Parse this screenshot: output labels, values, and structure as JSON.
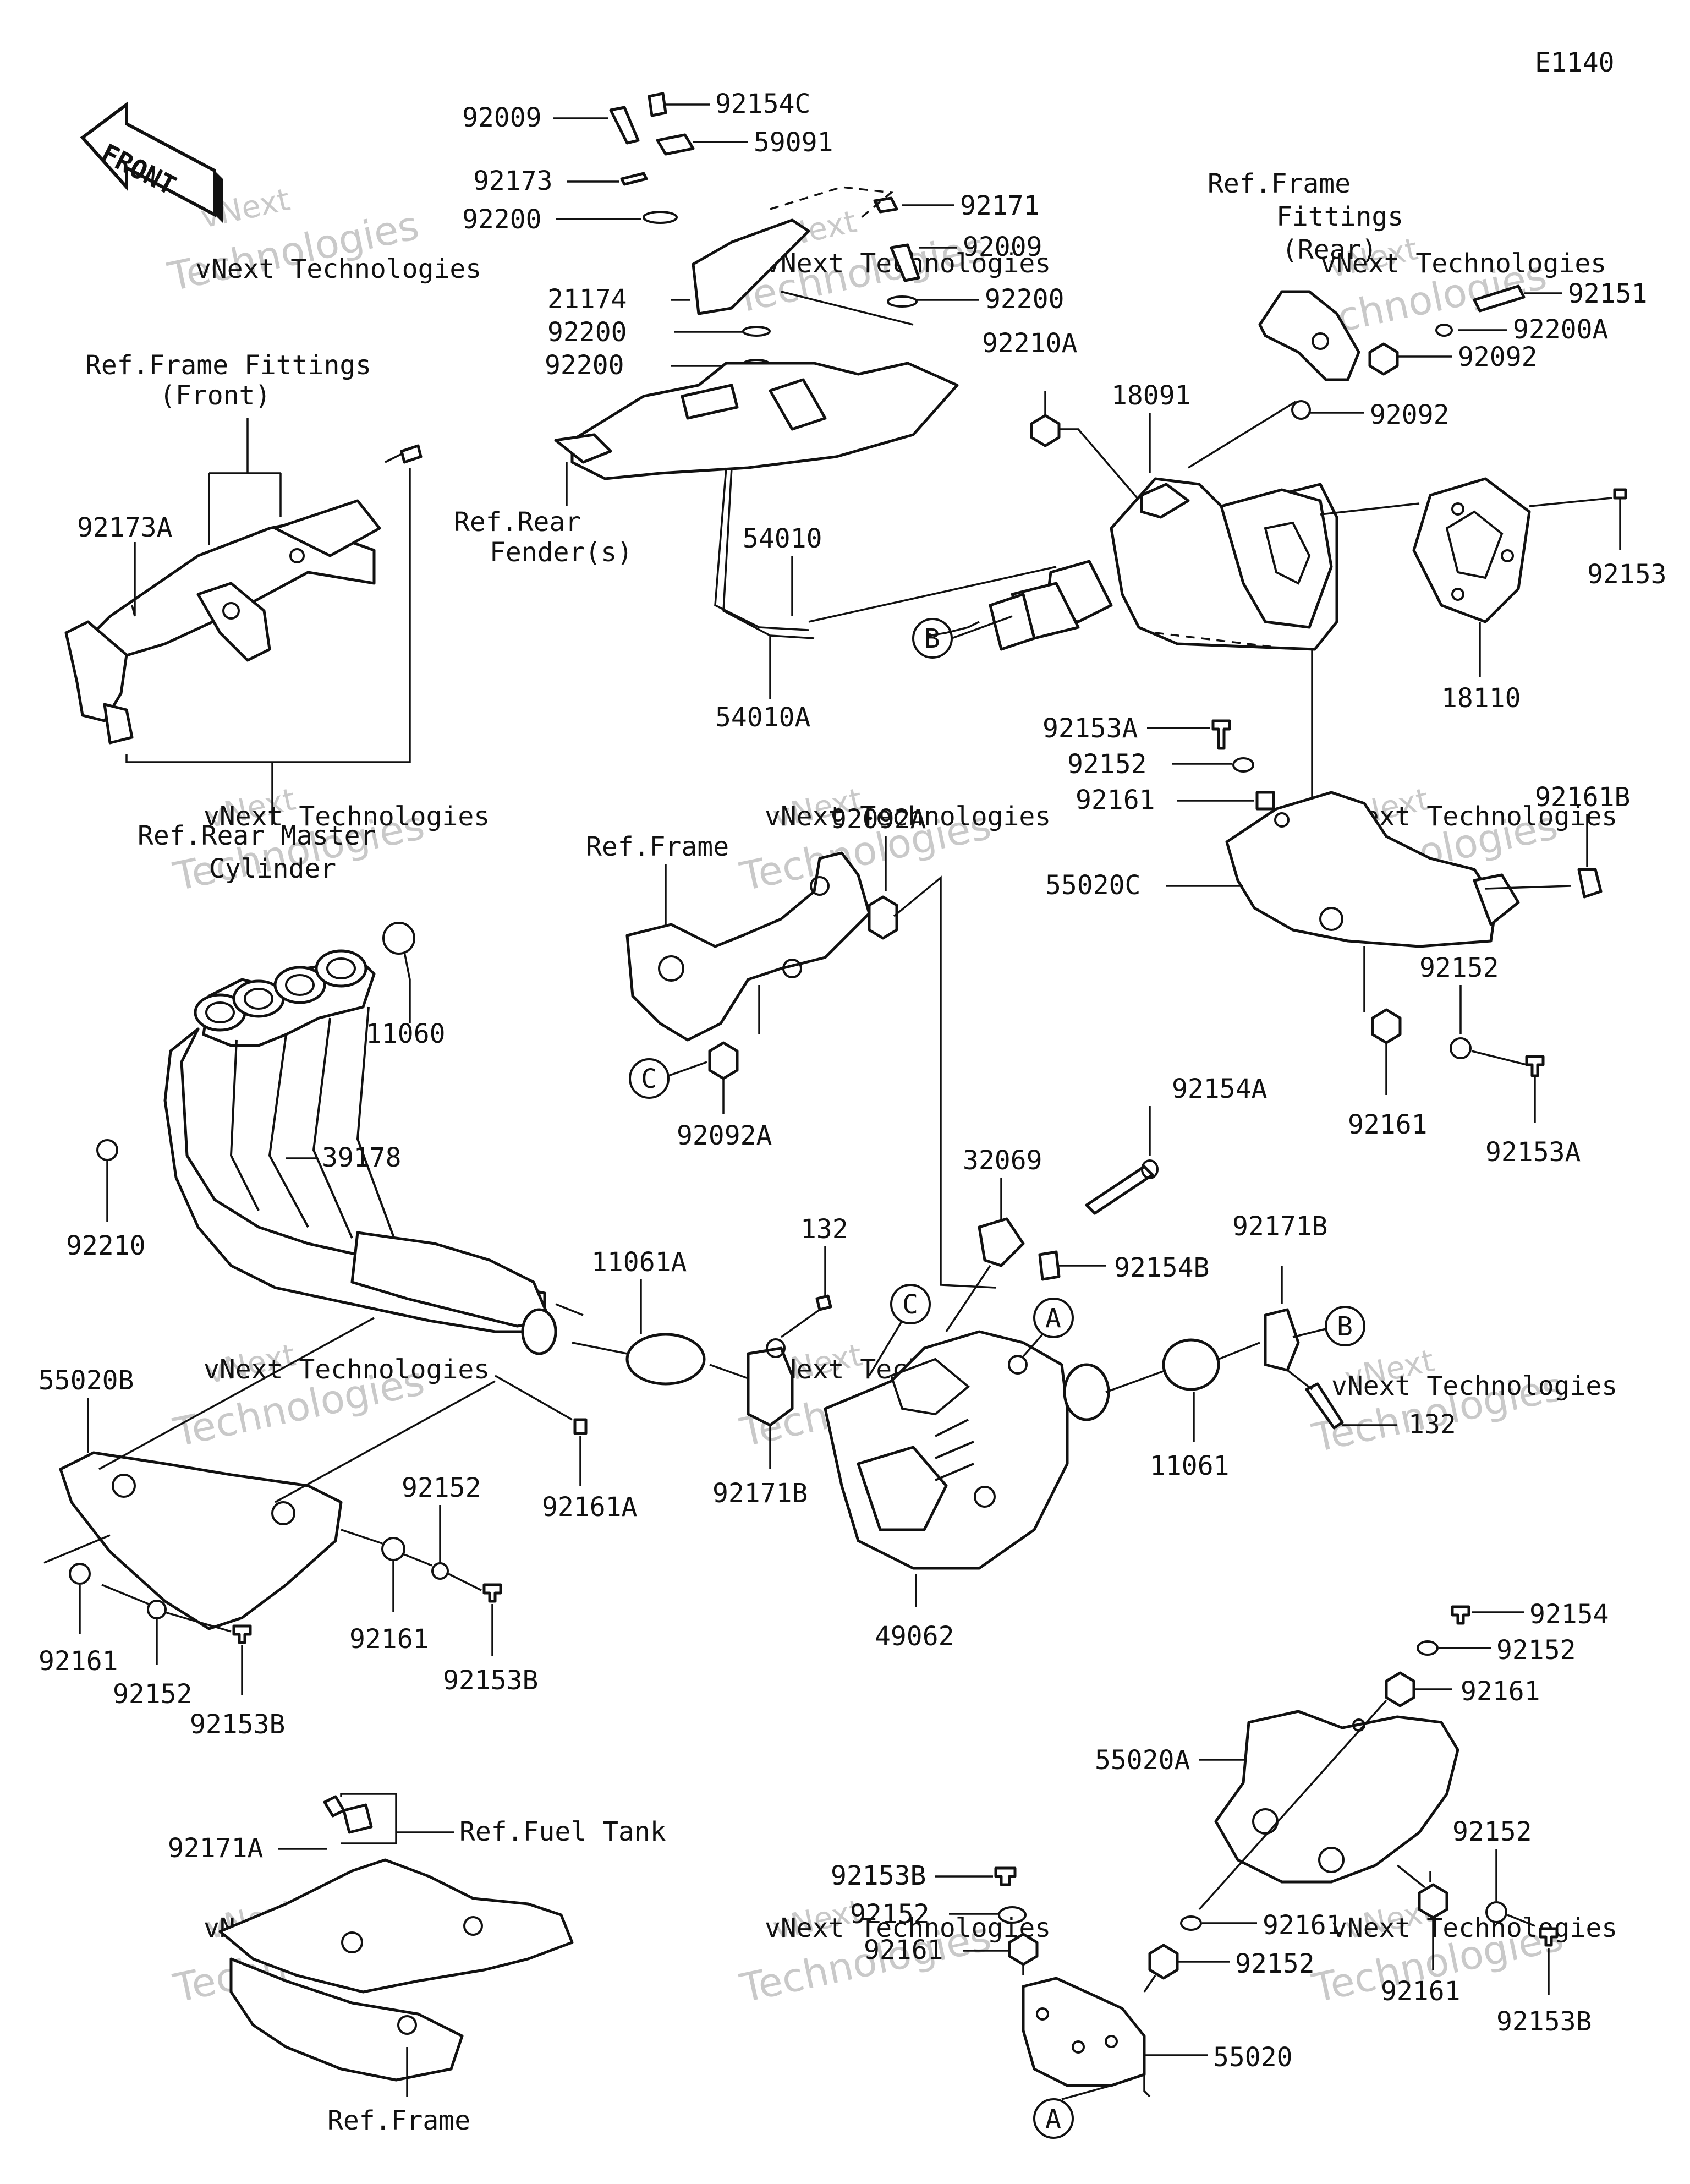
{
  "diagram_code": "E1140",
  "front_arrow": "FRONT",
  "watermark": {
    "brand": "vNext",
    "tag": "vNext Technologies",
    "big": "Technologies"
  },
  "ref_labels": {
    "frame_fittings_front_1": "Ref.Frame Fittings",
    "frame_fittings_front_2": "(Front)",
    "rear_master_1": "Ref.Rear Master",
    "rear_master_2": "Cylinder",
    "rear_fender_1": "Ref.Rear",
    "rear_fender_2": "Fender(s)",
    "frame_fittings_rear_1": "Ref.Frame",
    "frame_fittings_rear_2": "Fittings",
    "frame_fittings_rear_3": "(Rear)",
    "frame_mid": "Ref.Frame",
    "fuel_tank": "Ref.Fuel Tank",
    "frame_bottom": "Ref.Frame"
  },
  "callouts": {
    "A": "A",
    "B": "B",
    "C": "C"
  },
  "parts": [
    "92009",
    "92154C",
    "59091",
    "92173",
    "92200",
    "92171",
    "92009",
    "21174",
    "92200",
    "92200",
    "92200",
    "92210A",
    "18091",
    "54010",
    "54010A",
    "92151",
    "92200A",
    "92092",
    "92092",
    "92153",
    "18110",
    "92173A",
    "92153A",
    "92152",
    "92161",
    "92161B",
    "55020C",
    "92152",
    "92161",
    "92153A",
    "92092A",
    "92092A",
    "92154A",
    "32069",
    "92154B",
    "11060",
    "39178",
    "92210",
    "11061A",
    "132",
    "92171B",
    "132",
    "11061",
    "92171B",
    "55020B",
    "92161A",
    "92152",
    "92161",
    "92153B",
    "92161",
    "92152",
    "92153B",
    "49062",
    "92154",
    "92152",
    "92161",
    "55020A",
    "92171A",
    "92153B",
    "92152",
    "92161",
    "92152",
    "92161",
    "92152",
    "92161",
    "92153B",
    "55020"
  ]
}
